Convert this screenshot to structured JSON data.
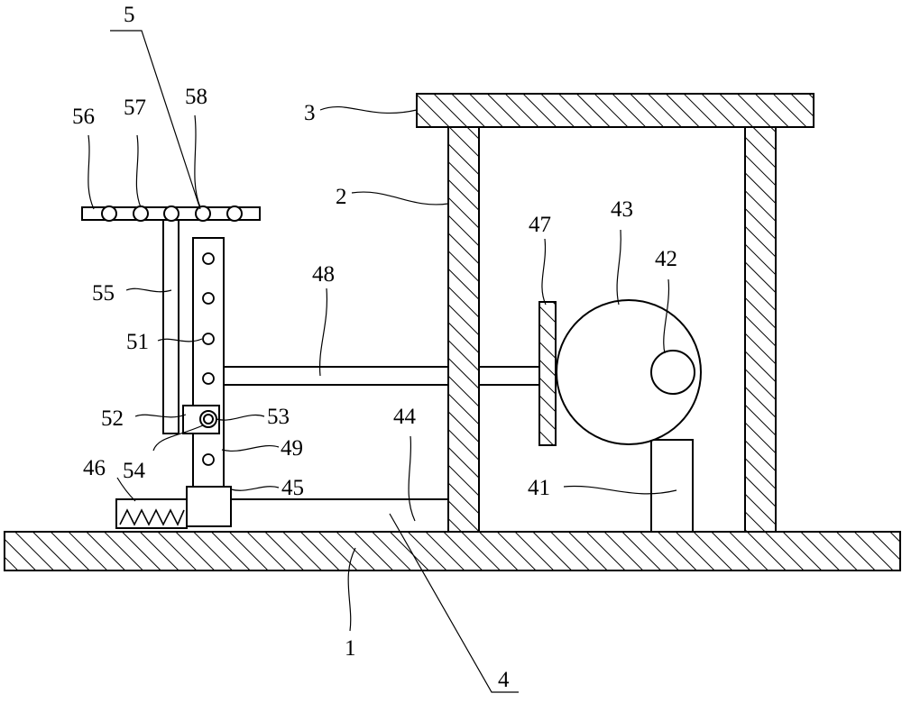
{
  "figure": {
    "labels": {
      "base": "1",
      "frame_post": "2",
      "top_plate": "3",
      "assembly_4": "4",
      "assembly_5": "5",
      "motor_support": "41",
      "shaft": "42",
      "cam_wheel": "43",
      "lower_rod": "44",
      "slider_block": "45",
      "spring": "46",
      "friction_plate": "47",
      "upper_rod": "48",
      "vertical_bar": "49",
      "hole_row": "51",
      "clamp_block": "52",
      "pin": "53",
      "pin_head": "54",
      "support_column": "55",
      "holder_plate": "56",
      "ring": "57",
      "ring_row": "58"
    }
  }
}
